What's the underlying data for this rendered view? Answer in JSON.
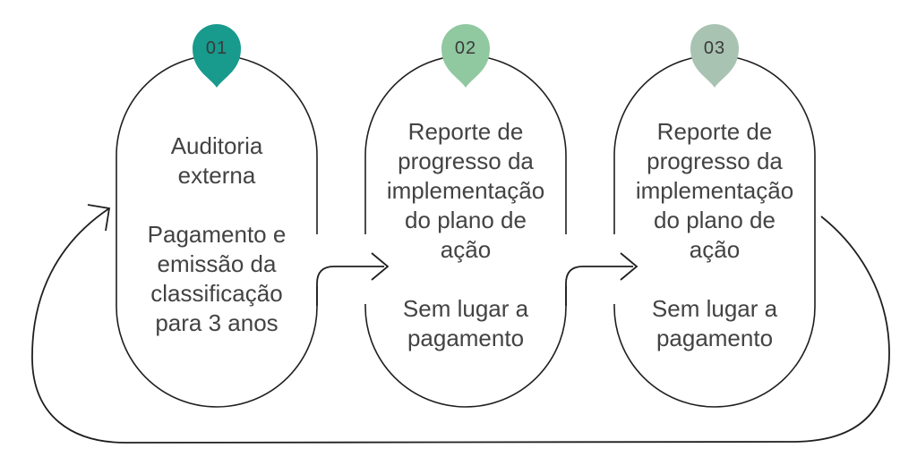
{
  "diagram": {
    "type": "cyclic-process-flow",
    "colors": {
      "background": "#ffffff",
      "line": "#1f1f1f",
      "body_text": "#434343",
      "number_text": "#3a3a3a"
    },
    "steps": [
      {
        "number": "01",
        "pin_color": "#189a8d",
        "text_primary": "Auditoria\nexterna",
        "text_secondary": "Pagamento e\nemissão da\nclassificação\npara 3 anos"
      },
      {
        "number": "02",
        "pin_color": "#90c8a0",
        "text_primary": "Reporte de\nprogresso da\nimplementação\ndo plano de\nação",
        "text_secondary": "Sem lugar a\npagamento"
      },
      {
        "number": "03",
        "pin_color": "#a9c3b2",
        "text_primary": "Reporte de\nprogresso da\nimplementação\ndo plano de\nação",
        "text_secondary": "Sem lugar a\npagamento"
      }
    ]
  }
}
